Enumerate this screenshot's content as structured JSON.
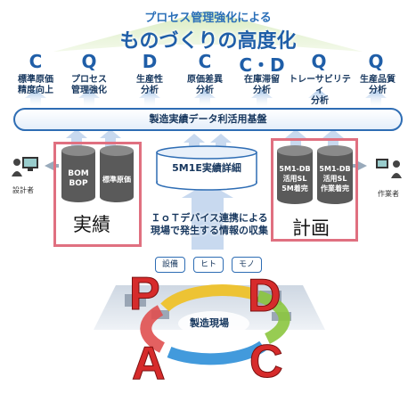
{
  "header": {
    "subtitle": "プロセス管理強化による",
    "title": "ものづくりの高度化"
  },
  "analyses": [
    {
      "letter": "C",
      "line1": "標準原価",
      "line2": "精度向上"
    },
    {
      "letter": "Q",
      "line1": "プロセス",
      "line2": "管理強化"
    },
    {
      "letter": "D",
      "line1": "生産性",
      "line2": "分析"
    },
    {
      "letter": "C",
      "line1": "原価差異",
      "line2": "分析"
    },
    {
      "letter": "C・D",
      "line1": "在庫滞留",
      "line2": "分析"
    },
    {
      "letter": "Q",
      "line1": "トレーサビリティ",
      "line2": "分析"
    },
    {
      "letter": "Q",
      "line1": "生産品質",
      "line2": "分析"
    }
  ],
  "platform_label": "製造実績データ利活用基盤",
  "left_box": {
    "db1": {
      "line1": "BOM",
      "line2": "BOP"
    },
    "db2": "標準原価",
    "label": "実績"
  },
  "center": {
    "db_label": "5M1E実績詳細",
    "iot_line1": "ＩｏＴデバイス連携による",
    "iot_line2": "現場で発生する情報の収集",
    "devices": [
      "設備",
      "ヒト",
      "モノ"
    ]
  },
  "right_box": {
    "db1": {
      "line1": "5M1-DB",
      "line2": "活用SL",
      "line3": "5M着完"
    },
    "db2": {
      "line1": "5M1-DB",
      "line2": "活用SL",
      "line3": "作業着完"
    },
    "label": "計画"
  },
  "people": {
    "left": "設計者",
    "right": "作業者"
  },
  "cycle": {
    "center_label": "製造現場",
    "letters": {
      "p": "P",
      "d": "D",
      "a": "A",
      "c": "C"
    },
    "colors": [
      "#f0c020",
      "#8cc63f",
      "#2e8fd8",
      "#e05050"
    ]
  },
  "colors": {
    "accent": "#1f5ea8",
    "arrow": "#c8d9ef",
    "redbox": "#e07080",
    "cylinder": "#5a5a5a"
  }
}
